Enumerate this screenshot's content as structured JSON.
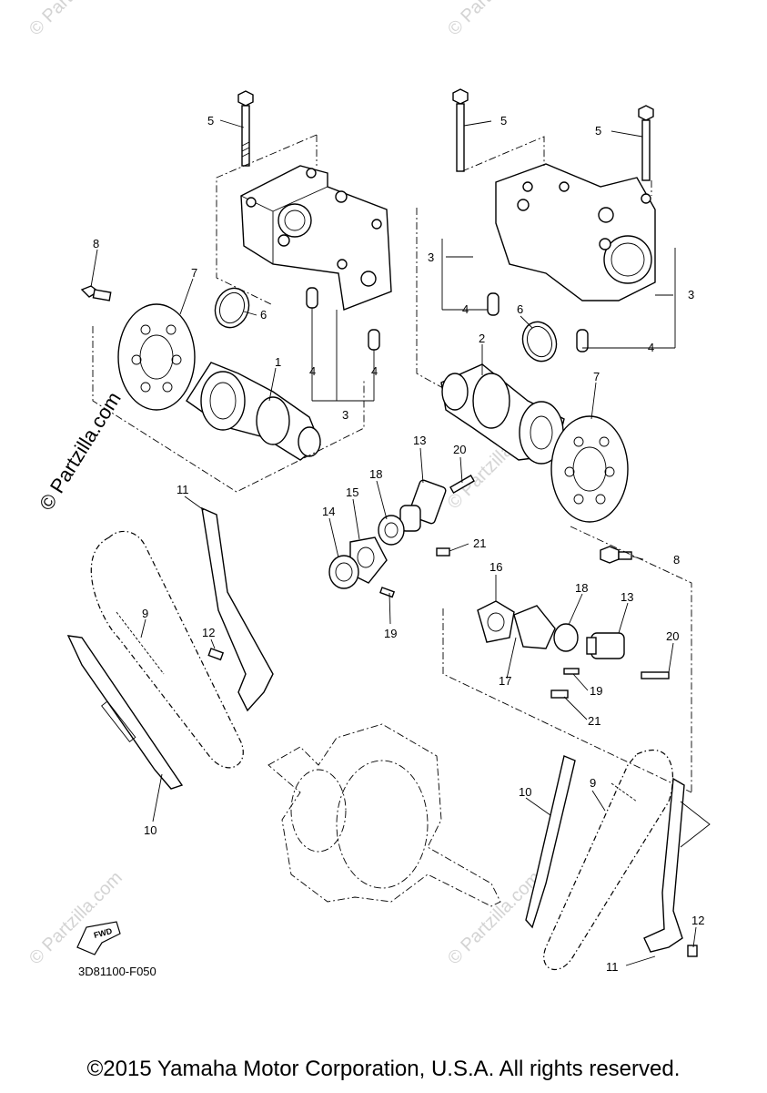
{
  "diagram": {
    "callouts": {
      "c1": "1",
      "c2": "2",
      "c3a": "3",
      "c3b": "3",
      "c3c": "3",
      "c4a": "4",
      "c4b": "4",
      "c4c": "4",
      "c4d": "4",
      "c5a": "5",
      "c5b": "5",
      "c5c": "5",
      "c6a": "6",
      "c6b": "6",
      "c7a": "7",
      "c7b": "7",
      "c8a": "8",
      "c8b": "8",
      "c9a": "9",
      "c9b": "9",
      "c10a": "10",
      "c10b": "10",
      "c11a": "11",
      "c11b": "11",
      "c12a": "12",
      "c12b": "12",
      "c13a": "13",
      "c13b": "13",
      "c14": "14",
      "c15": "15",
      "c16": "16",
      "c17": "17",
      "c18a": "18",
      "c18b": "18",
      "c19a": "19",
      "c19b": "19",
      "c20a": "20",
      "c20b": "20",
      "c21a": "21",
      "c21b": "21"
    },
    "fwd_label": "FWD",
    "diagram_code": "3D81100-F050",
    "watermark": "© Partzilla.com",
    "watermark_faint": "© Partzilla.com"
  },
  "footer": {
    "copyright": "©2015 Yamaha Motor Corporation, U.S.A. All rights reserved."
  }
}
